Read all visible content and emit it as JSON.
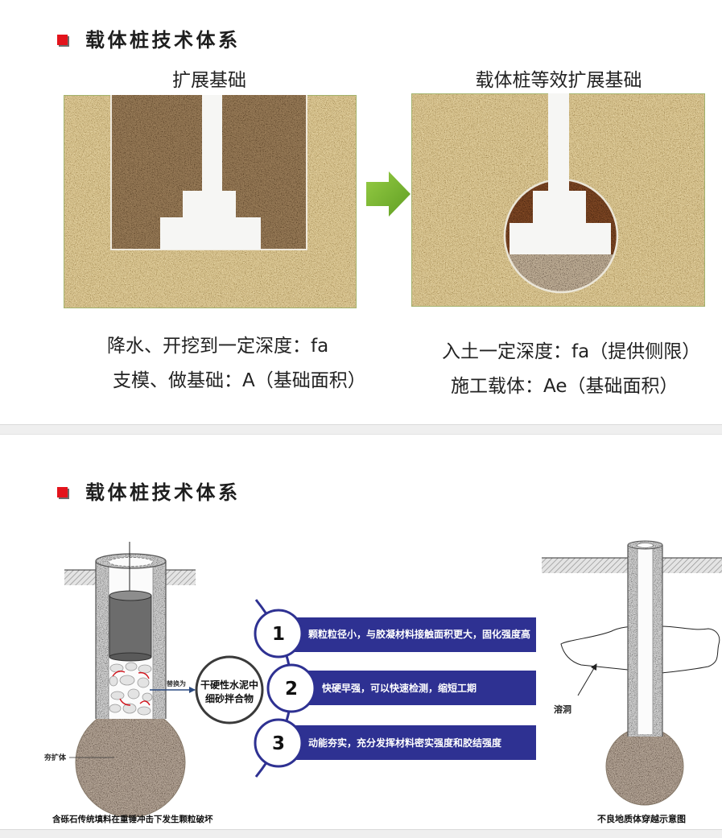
{
  "slides": [
    {
      "title": "载体桩技术体系",
      "left_panel": {
        "heading": "扩展基础",
        "caption_lines": [
          "降水、开挖到一定深度：fa",
          "支模、做基础：A（基础面积）"
        ]
      },
      "right_panel": {
        "heading": "载体桩等效扩展基础",
        "caption_lines": [
          "入土一定深度：fa（提供侧限）",
          "施工载体：Ae（基础面积）"
        ]
      }
    },
    {
      "title": "载体桩技术体系",
      "left_diagram": {
        "bulb_label": "夯扩体",
        "arrow_label": "替换为",
        "callout_lines": [
          "干硬性水泥中",
          "细砂拌合物"
        ],
        "caption": "含砾石传统填料在重锤冲击下发生颗粒破坏"
      },
      "features": [
        {
          "number": "1",
          "text": "颗粒粒径小，与胶凝材料接触面积更大，固化强度高"
        },
        {
          "number": "2",
          "text": "快硬早强，可以快速检测，缩短工期"
        },
        {
          "number": "3",
          "text": "动能夯实，充分发挥材料密实强度和胶结强度"
        }
      ],
      "right_diagram": {
        "cave_label": "溶洞",
        "caption": "不良地质体穿越示意图"
      }
    }
  ],
  "icons": {
    "title_bullet": "red-square-bullet-icon",
    "transition_arrow": "green-right-arrow-icon"
  },
  "colors": {
    "bullet_red": "#e3141c",
    "feature_blue": "#2e3192",
    "arrow_green": "#96cc45",
    "arrow_green_dark": "#5f9e22",
    "sand": "#d5c08b",
    "soil_dark": "#8f7351",
    "concrete": "#f6f6f4",
    "pile_gray": "#c4c4c4",
    "bulb": "#a6978a",
    "body_top": "#74401f",
    "body_bottom": "#b6a58d",
    "page_gap": "#efefef"
  }
}
